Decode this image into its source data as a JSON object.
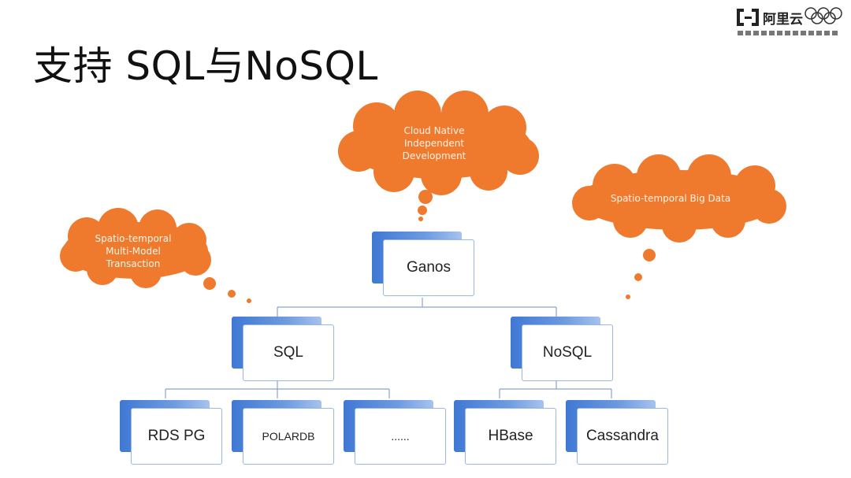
{
  "slide": {
    "title": "支持 SQL与NoSQL"
  },
  "logo": {
    "brand": "阿里云"
  },
  "colors": {
    "cloud": "#ef7a2e",
    "node_back": "#3f78d4",
    "node_border": "#9bb8e6",
    "connector": "#8aa4c8"
  },
  "clouds": {
    "top": [
      "Cloud Native",
      "Independent",
      "Development"
    ],
    "left": [
      "Spatio-temporal",
      "Multi-Model",
      "Transaction"
    ],
    "right": [
      "Spatio-temporal Big Data"
    ]
  },
  "tree": {
    "root": "Ganos",
    "sql": "SQL",
    "nosql": "NoSQL",
    "sql_children": [
      "RDS PG",
      "POLARDB",
      "......"
    ],
    "nosql_children": [
      "HBase",
      "Cassandra"
    ]
  }
}
